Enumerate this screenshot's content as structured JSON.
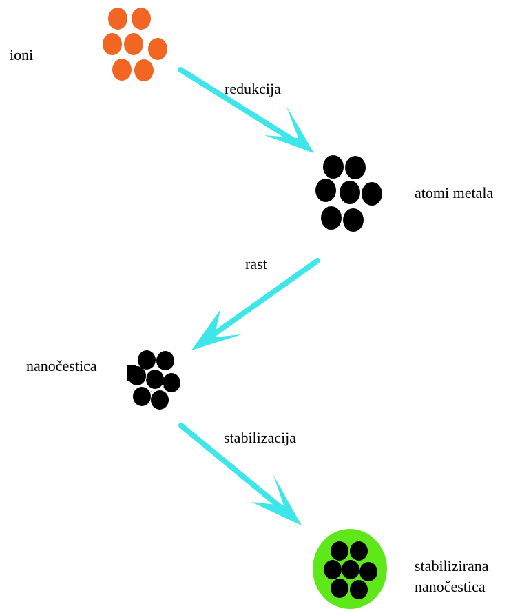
{
  "labels": {
    "ions": "ioni",
    "reduction": "redukcija",
    "metal_atoms": "atomi metala",
    "growth": "rast",
    "nanoparticle": "nanočestica",
    "stabilization": "stabilizacija",
    "stabilized_line1": "stabilizirana",
    "stabilized_line2": "nanočestica"
  },
  "colors": {
    "ion": "#f26522",
    "atom": "#000000",
    "arrow": "#3ee6ea",
    "shell": "#5ee81a",
    "text": "#000000",
    "background": "#ffffff"
  }
}
